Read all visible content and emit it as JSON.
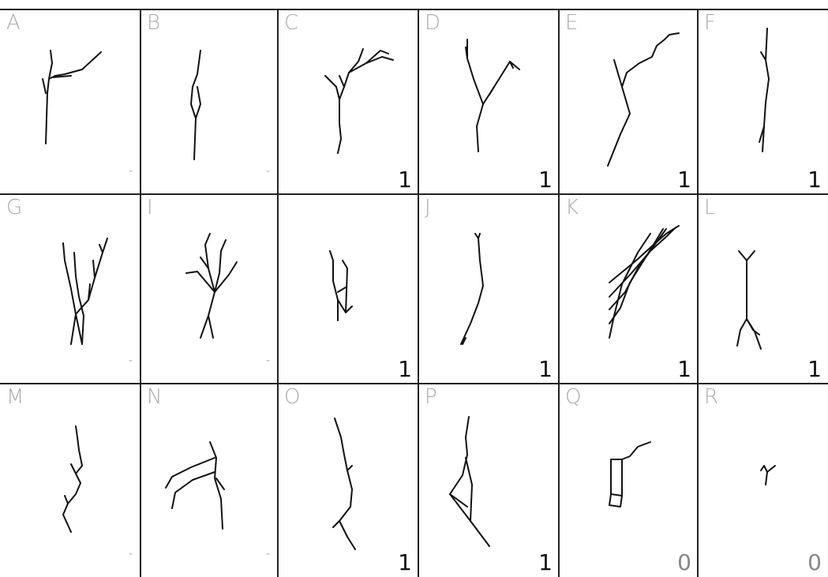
{
  "cells": [
    {
      "letter": "A",
      "count": "-",
      "count_style": "faint",
      "strokes": [
        "M58 182 L60 118 L62 100 L70 96 L82 94 L104 88 L128 66",
        "M62 100 L66 80 L64 64",
        "M58 118 L54 100",
        "M66 98 L90 96"
      ]
    },
    {
      "letter": "B",
      "count": "-",
      "count_style": "faint",
      "strokes": [
        "M68 202 L70 150 L64 132 L66 110 L72 94 L76 64",
        "M70 150 L76 132 L72 110"
      ]
    },
    {
      "letter": "C",
      "count": "1",
      "count_style": "normal",
      "strokes": [
        "M76 194 L80 176 L78 156 L78 126 L74 110 L60 96",
        "M78 126 L84 110 L90 92 L102 78 L108 62",
        "M90 92 L112 80 L132 72 L146 76",
        "M112 80 L130 64 L140 68",
        "M84 110 L78 96"
      ]
    },
    {
      "letter": "D",
      "count": "1",
      "count_style": "normal",
      "strokes": [
        "M76 192 L74 160 L82 132 L70 100 L62 74 L62 50",
        "M82 132 L96 110 L116 78 L120 86",
        "M96 110 L90 120",
        "M116 78 L128 88",
        "M60 60 L62 74"
      ]
    },
    {
      "letter": "E",
      "count": "1",
      "count_style": "normal",
      "strokes": [
        "M62 210 L78 170 L90 144 L80 110 L70 76",
        "M80 110 L86 92 L102 80 L118 72 L124 58 L134 50 L140 44 L152 42"
      ]
    },
    {
      "letter": "F",
      "count": "1",
      "count_style": "normal",
      "strokes": [
        "M82 192 L84 160 L86 130 L90 100 L86 76 L88 36",
        "M84 160 L78 180",
        "M86 76 L80 66"
      ]
    },
    {
      "letter": "G",
      "count": "-",
      "count_style": "faint",
      "strokes": [
        "M90 436 L96 398 L90 366 L82 330 L80 308",
        "M96 398 L104 436",
        "M96 398 L112 380 L120 352 L130 320 L136 302",
        "M120 352 L118 330",
        "M130 320 L126 310",
        "M104 436 L106 400 L100 376 L96 350 L94 320",
        "M112 380 L114 360"
      ]
    },
    {
      "letter": "I",
      "count": "-",
      "count_style": "faint",
      "strokes": [
        "M76 428 L86 400 L94 370 L86 340 L82 310 L88 296",
        "M94 370 L100 346 L102 318 L108 304",
        "M94 370 L72 344 L58 346",
        "M94 370 L112 348 L122 332",
        "M86 400 L92 428",
        "M86 340 L76 326"
      ]
    },
    {
      "letter": "",
      "count": "1",
      "count_style": "normal",
      "strokes": [
        "M76 406 L76 380 L70 356 L70 330 L66 318",
        "M76 380 L86 396 L94 388",
        "M86 396 L88 340 L82 330",
        "M76 370 L86 364"
      ]
    },
    {
      "letter": "J",
      "count": "1",
      "count_style": "normal",
      "strokes": [
        "M54 436 L66 410 L76 384 L82 362 L78 330 L76 302 L78 296",
        "M60 428 L56 436",
        "M76 302 L72 296"
      ]
    },
    {
      "letter": "K",
      "count": "1",
      "count_style": "normal",
      "strokes": [
        "M64 428 L70 400 L80 360 L100 320 L116 296",
        "M64 410 L78 390 L90 358 L110 326 L126 300 L132 290",
        "M64 392 L84 370 L100 340 L120 312 L136 290",
        "M64 376 L92 346 L116 318 L136 300 L146 290",
        "M64 358 L98 330 L120 310 L136 296 L152 286"
      ]
    },
    {
      "letter": "L",
      "count": "1",
      "count_style": "normal",
      "strokes": [
        "M52 318 L62 330 L72 318",
        "M62 330 L62 404 L54 418 L50 438",
        "M62 404 L72 420 L80 442",
        "M62 404 L70 418 L78 424"
      ]
    },
    {
      "letter": "M",
      "count": "-",
      "count_style": "faint",
      "strokes": [
        "M90 674 L80 652 L86 638 L96 626 L102 612 L96 600 L104 590 L100 570 L98 554 L96 540",
        "M86 638 L82 628",
        "M96 600 L90 588"
      ]
    },
    {
      "letter": "N",
      "count": "-",
      "count_style": "faint",
      "strokes": [
        "M104 670 L102 632 L94 606 L96 580 L88 560",
        "M96 606 L106 620",
        "M94 580 L64 592 L40 604 L32 618",
        "M94 598 L66 608 L44 624 L40 644"
      ]
    },
    {
      "letter": "O",
      "count": "1",
      "count_style": "normal",
      "strokes": [
        "M98 696 L88 680 L78 660 L92 642 L94 620 L88 596 L84 576 L80 554 L72 530",
        "M88 596 L94 590",
        "M78 660 L70 668"
      ]
    },
    {
      "letter": "P",
      "count": "1",
      "count_style": "normal",
      "strokes": [
        "M90 692 L66 660 L40 626 L56 602 L62 576 L60 554 L64 528",
        "M60 580 L68 614 L66 660",
        "M40 626 L62 642"
      ]
    },
    {
      "letter": "Q",
      "count": "0",
      "count_style": "zero",
      "strokes": [
        "M66 582 L66 626 L80 628 L80 582 L66 582",
        "M66 626 L64 640 L78 642 L80 628",
        "M80 582 L90 578 L100 566 L116 560"
      ]
    },
    {
      "letter": "R",
      "count": "0",
      "count_style": "zero",
      "strokes": [
        "M86 614 L88 598 L84 590 L80 596",
        "M88 598 L98 590"
      ]
    }
  ]
}
